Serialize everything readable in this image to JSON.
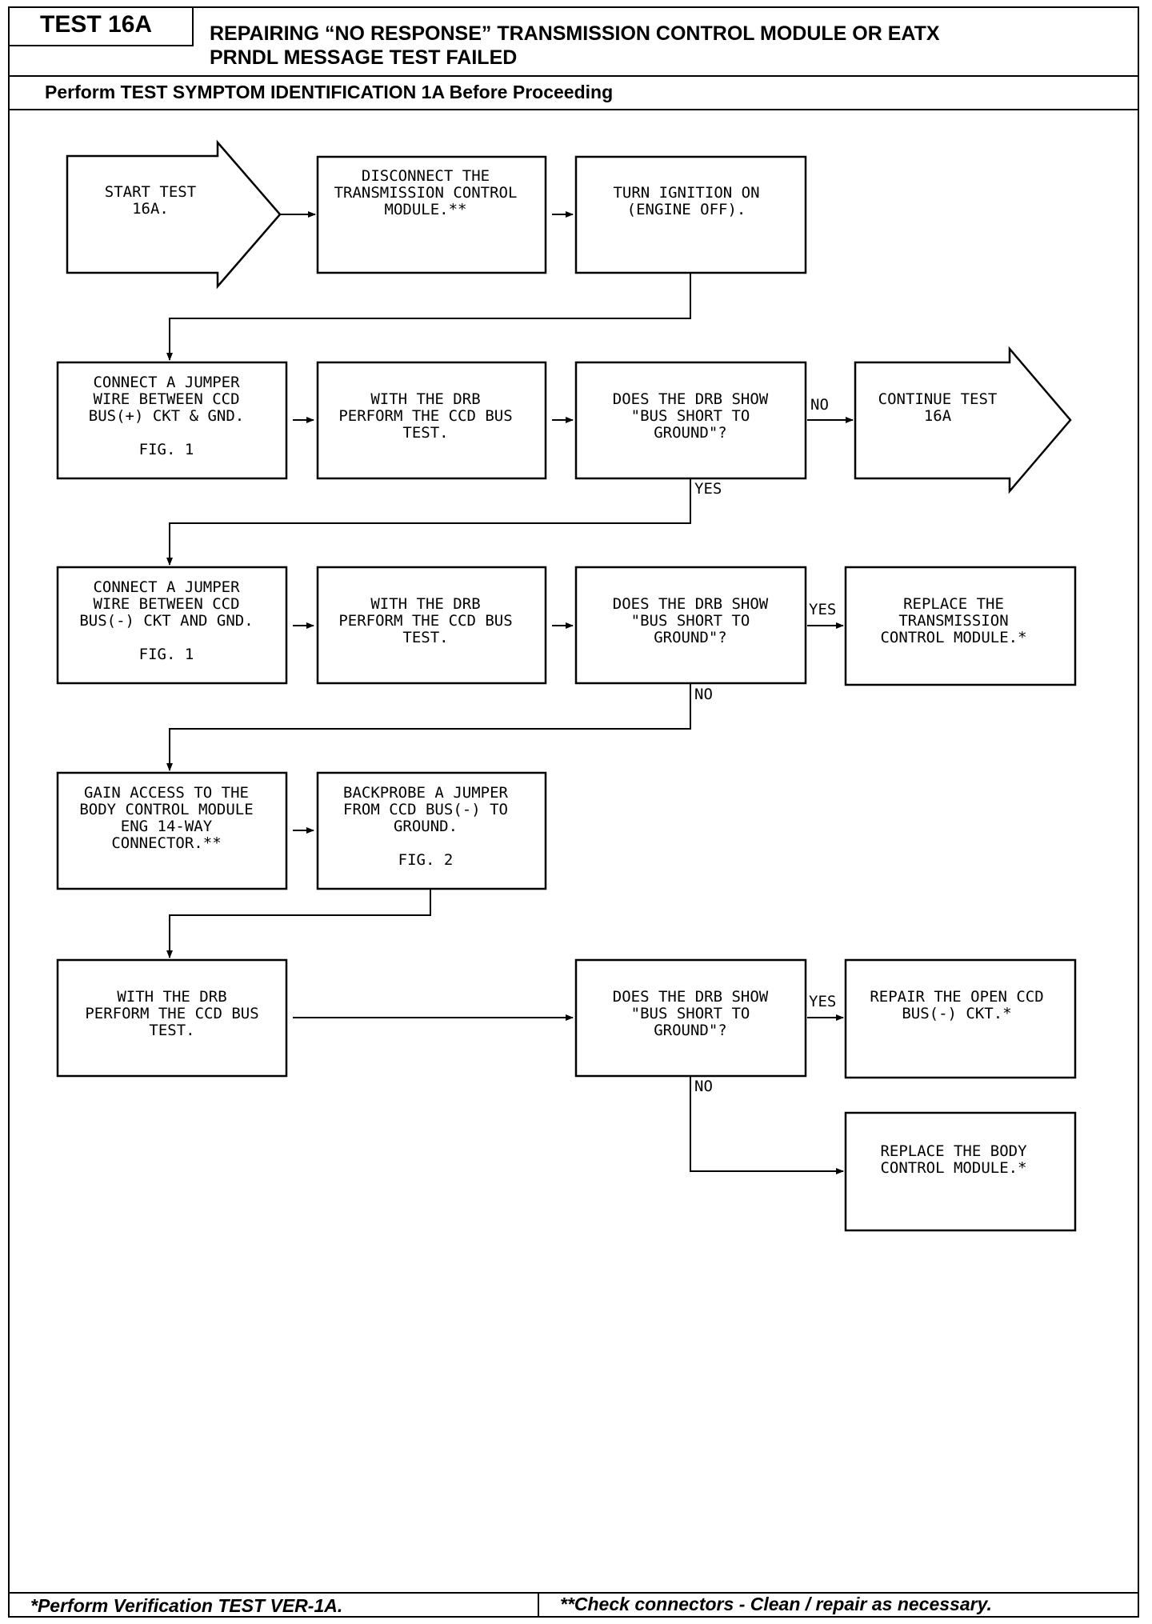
{
  "header": {
    "test_id": "TEST 16A",
    "title_line1": "REPAIRING “NO RESPONSE” TRANSMISSION CONTROL MODULE OR EATX",
    "title_line2": "PRNDL MESSAGE TEST FAILED",
    "subtitle": "Perform TEST SYMPTOM IDENTIFICATION 1A Before Proceeding"
  },
  "nodes": {
    "start": [
      "START TEST",
      "16A."
    ],
    "disconnect": [
      "DISCONNECT THE",
      "TRANSMISSION CONTROL",
      "MODULE.**"
    ],
    "ignition": [
      "TURN IGNITION ON",
      "(ENGINE OFF)."
    ],
    "jumper_plus": [
      "CONNECT A JUMPER",
      "WIRE BETWEEN CCD",
      "BUS(+) CKT & GND.",
      "",
      "FIG. 1"
    ],
    "drb_test_1": [
      "WITH THE DRB",
      "PERFORM THE CCD BUS",
      "TEST."
    ],
    "decision_1": [
      "DOES THE DRB SHOW",
      "\"BUS SHORT TO",
      "GROUND\"?"
    ],
    "continue": [
      "CONTINUE TEST",
      "16A"
    ],
    "jumper_minus": [
      "CONNECT A JUMPER",
      "WIRE BETWEEN CCD",
      "BUS(-) CKT AND GND.",
      "",
      "FIG. 1"
    ],
    "drb_test_2": [
      "WITH THE DRB",
      "PERFORM THE CCD BUS",
      "TEST."
    ],
    "decision_2": [
      "DOES THE DRB SHOW",
      "\"BUS SHORT TO",
      "GROUND\"?"
    ],
    "replace_tcm": [
      "REPLACE THE",
      "TRANSMISSION",
      "CONTROL MODULE.*"
    ],
    "gain_access": [
      "GAIN ACCESS TO THE",
      "BODY CONTROL MODULE",
      "ENG 14-WAY",
      "CONNECTOR.**"
    ],
    "backprobe": [
      "BACKPROBE A JUMPER",
      "FROM CCD BUS(-) TO",
      "GROUND.",
      "",
      "FIG. 2"
    ],
    "drb_test_3": [
      "WITH THE DRB",
      "PERFORM THE CCD BUS",
      "TEST."
    ],
    "decision_3": [
      "DOES THE DRB SHOW",
      "\"BUS SHORT TO",
      "GROUND\"?"
    ],
    "repair_open": [
      "REPAIR THE OPEN CCD",
      "BUS(-) CKT.*"
    ],
    "replace_bcm": [
      "REPLACE THE BODY",
      "CONTROL MODULE.*"
    ]
  },
  "edge_labels": {
    "d1_no": "NO",
    "d1_yes": "YES",
    "d2_yes": "YES",
    "d2_no": "NO",
    "d3_yes": "YES",
    "d3_no": "NO"
  },
  "footer": {
    "left": "*Perform Verification TEST VER-1A.",
    "right": "**Check connectors - Clean / repair as necessary."
  }
}
